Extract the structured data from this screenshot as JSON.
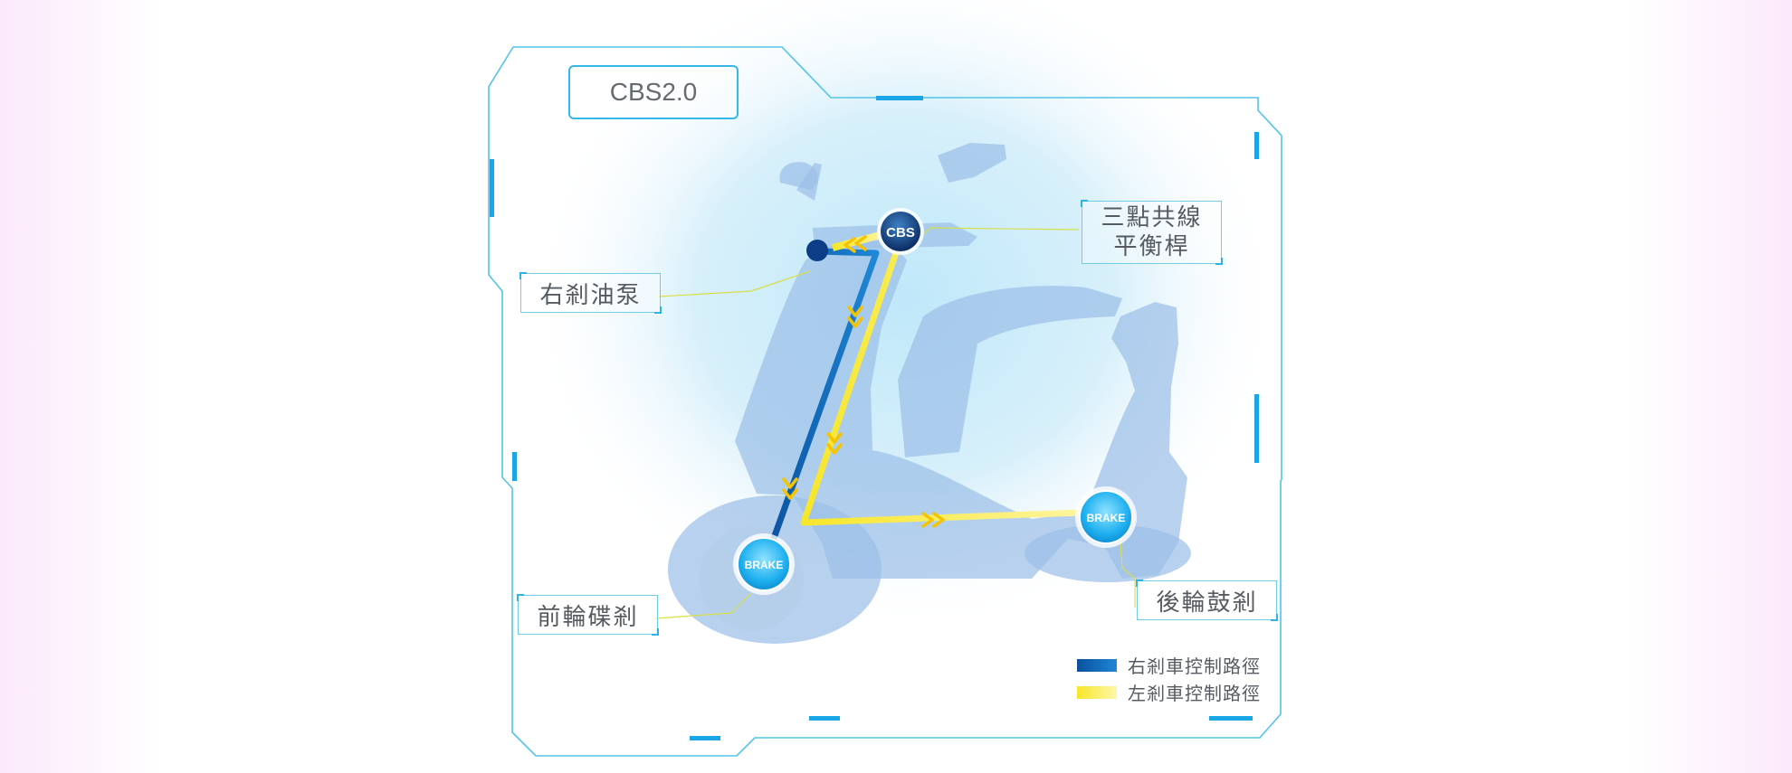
{
  "title": "CBS2.0",
  "nodes": {
    "cbs": "CBS",
    "front_brake": "BRAKE",
    "rear_brake": "BRAKE"
  },
  "labels": {
    "right_pump": "右剎油泵",
    "balance_bar": "三點共線\n平衡桿",
    "front_disc": "前輪碟剎",
    "rear_drum": "後輪鼓剎"
  },
  "legend": [
    {
      "label": "右剎車控制路徑",
      "color": "#0a5fb0"
    },
    {
      "label": "左剎車控制路徑",
      "color": "#f7e83a"
    }
  ],
  "colors": {
    "frame": "#36b7e8",
    "right_path": "#0a5fb0",
    "left_path": "#f7e83a",
    "chevron": "#f5c400"
  }
}
